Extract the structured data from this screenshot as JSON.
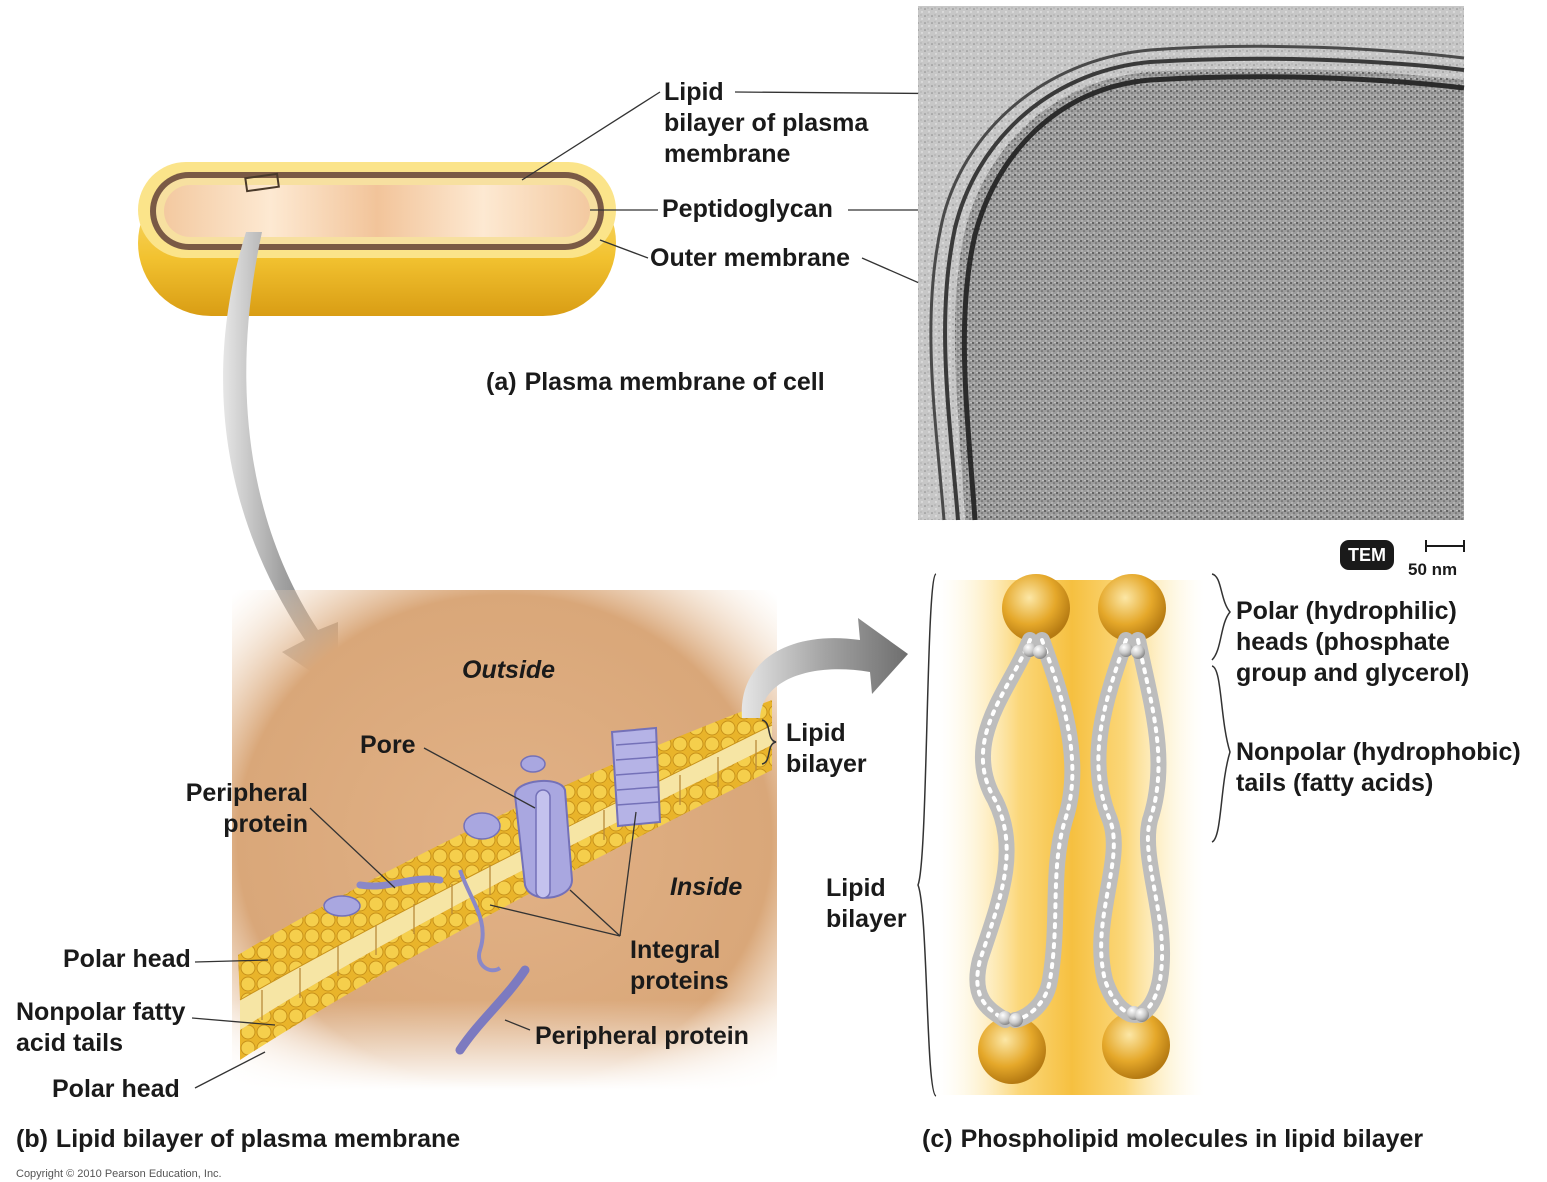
{
  "panel_a": {
    "caption_tag": "(a)",
    "caption": "Plasma membrane of cell",
    "labels": {
      "lipid_bilayer": [
        "Lipid",
        "bilayer of plasma",
        "membrane"
      ],
      "peptidoglycan": "Peptidoglycan",
      "outer_membrane": "Outer membrane"
    },
    "micrograph": {
      "badge": "TEM",
      "scale": "50 nm"
    }
  },
  "panel_b": {
    "caption_tag": "(b)",
    "caption": "Lipid bilayer of plasma membrane",
    "labels": {
      "outside": "Outside",
      "inside": "Inside",
      "pore": "Pore",
      "peripheral_protein_top": [
        "Peripheral",
        "protein"
      ],
      "lipid_bilayer": [
        "Lipid",
        "bilayer"
      ],
      "integral_proteins": [
        "Integral",
        "proteins"
      ],
      "polar_head_top": "Polar head",
      "nonpolar_tails": [
        "Nonpolar fatty",
        "acid tails"
      ],
      "polar_head_bottom": "Polar head",
      "peripheral_protein_bottom": "Peripheral protein"
    }
  },
  "panel_c": {
    "caption_tag": "(c)",
    "caption": "Phospholipid molecules in lipid bilayer",
    "labels": {
      "polar_heads": [
        "Polar (hydrophilic)",
        "heads (phosphate",
        "group and glycerol)"
      ],
      "nonpolar_tails": [
        "Nonpolar (hydrophobic)",
        "tails (fatty acids)"
      ],
      "lipid_bilayer": [
        "Lipid",
        "bilayer"
      ]
    }
  },
  "copyright": "Copyright © 2010 Pearson Education, Inc.",
  "colors": {
    "membrane_gold": "#f2c230",
    "protein_purple": "#9a98d6",
    "background_tan": "#d9a779",
    "arrow_gray": "#8a8a8a"
  }
}
